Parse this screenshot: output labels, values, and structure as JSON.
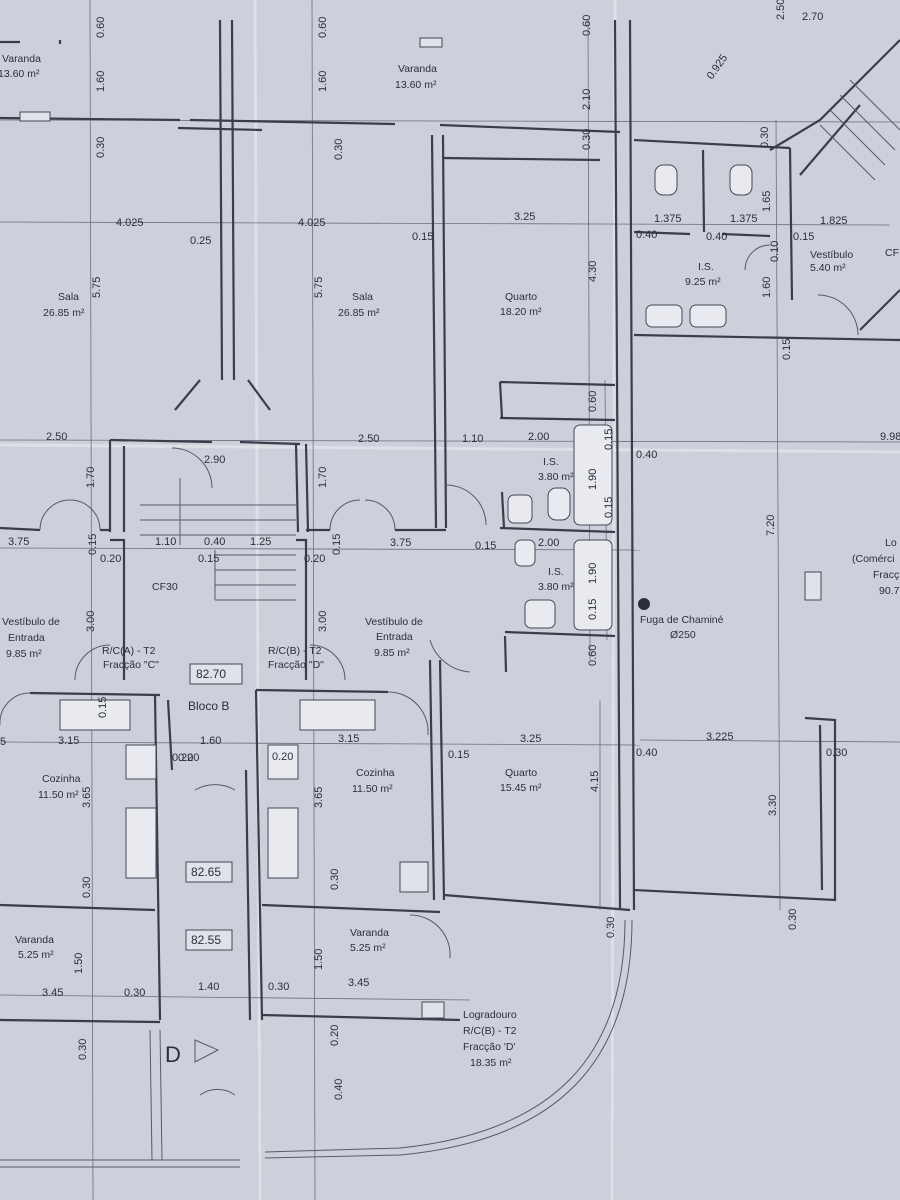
{
  "rooms": {
    "varanda_tl": {
      "name": "Varanda",
      "area": "13.60 m²"
    },
    "varanda_tc": {
      "name": "Varanda",
      "area": "13.60 m²"
    },
    "sala_l": {
      "name": "Sala",
      "area": "26.85 m²"
    },
    "sala_c": {
      "name": "Sala",
      "area": "26.85 m²"
    },
    "quarto_top": {
      "name": "Quarto",
      "area": "18.20 m²"
    },
    "is_top": {
      "name": "I.S.",
      "area": "9.25 m²"
    },
    "vestibulo_tr": {
      "name": "Vestíbulo",
      "area": "5.40 m²"
    },
    "is_mid1": {
      "name": "I.S.",
      "area": "3.80 m²"
    },
    "is_mid2": {
      "name": "I.S.",
      "area": "3.80 m²"
    },
    "vest_entrada_l": {
      "name_1": "Vestíbulo de",
      "name_2": "Entrada",
      "area": "9.85 m²"
    },
    "vest_entrada_c": {
      "name_1": "Vestíbulo de",
      "name_2": "Entrada",
      "area": "9.85 m²"
    },
    "fraccao_c": {
      "line_1": "R/C(A) - T2",
      "line_2": "Fracção \"C\""
    },
    "fraccao_d": {
      "line_1": "R/C(B) - T2",
      "line_2": "Fracção \"D\""
    },
    "cozinha_l": {
      "name": "Cozinha",
      "area": "11.50 m²"
    },
    "cozinha_c": {
      "name": "Cozinha",
      "area": "11.50 m²"
    },
    "quarto_bottom": {
      "name": "Quarto",
      "area": "15.45 m²"
    },
    "varanda_bl": {
      "name": "Varanda",
      "area": "5.25 m²"
    },
    "varanda_bc": {
      "name": "Varanda",
      "area": "5.25 m²"
    },
    "logradouro": {
      "line_1": "Logradouro",
      "line_2": "R/C(B) - T2",
      "line_3": "Fracção 'D'",
      "area": "18.35 m²"
    },
    "loja": {
      "line_1": "Lo",
      "line_2": "(Comérci",
      "line_3": "Fracç",
      "line_4": "90.7"
    },
    "cf_right": {
      "name": "CF"
    }
  },
  "labels": {
    "bloco": "Bloco B",
    "elev_1": "82.70",
    "elev_2": "82.65",
    "elev_3": "82.55",
    "cf30": "CF30",
    "chimney_1": "Fuga de Chaminé",
    "chimney_2": "Ø250",
    "stair_d": "D"
  },
  "dims": {
    "d060a": "0.60",
    "d060b": "0.60",
    "d060c": "0.60",
    "d160a": "1.60",
    "d160b": "1.60",
    "d210": "2.10",
    "d030a": "0.30",
    "d030b": "0.30",
    "d030c": "0.30",
    "d030d": "0.30",
    "d4025a": "4.025",
    "d4025b": "4.025",
    "d325a": "3.25",
    "d025": "0.25",
    "d015a": "0.15",
    "d575a": "5.75",
    "d575b": "5.75",
    "d430": "4.30",
    "d1375a": "1.375",
    "d1375b": "1.375",
    "d1825": "1.825",
    "d040a": "0.40",
    "d040b": "0.40",
    "d040c": "0.40",
    "d040d": "0.40",
    "d015b": "0.15",
    "d015c": "0.15",
    "d010": "0.10",
    "d160c": "1.60",
    "d165": "1.65",
    "d250": "2.50",
    "d925": "0.925",
    "d270": "2.70",
    "d060d": "0.60",
    "d250a": "2.50",
    "d290": "2.90",
    "d250b": "2.50",
    "d110a": "1.10",
    "d200a": "2.00",
    "d015d": "0.15",
    "d190a": "1.90",
    "d998": "9.98",
    "d170a": "1.70",
    "d170b": "1.70",
    "d375a": "3.75",
    "d375b": "3.75",
    "d015e": "0.15",
    "d020a": "0.20",
    "d110b": "1.10",
    "d040e": "0.40",
    "d125": "1.25",
    "d015f": "0.15",
    "d020b": "0.20",
    "d015g": "0.15",
    "d015h": "0.15",
    "d200b": "2.00",
    "d190b": "1.90",
    "d015i": "0.15",
    "d015j": "0.15",
    "d720": "7.20",
    "d300a": "3.00",
    "d300b": "3.00",
    "d060e": "0.60",
    "d315a": "3.15",
    "d160d": "1.60",
    "d020c": "0.20",
    "d020d": "0.20",
    "d315b": "3.15",
    "d015k": "0.15",
    "d325b": "3.25",
    "d040f": "0.40",
    "d3225": "3.225",
    "d030e": "0.30",
    "d365a": "3.65",
    "d365b": "3.65",
    "d415": "4.15",
    "d330": "3.30",
    "d030f": "0.30",
    "d030g": "0.30",
    "d030h": "0.30",
    "d150a": "1.50",
    "d150b": "1.50",
    "d345a": "3.45",
    "d030i": "0.30",
    "d140": "1.40",
    "d030j": "0.30",
    "d345b": "3.45",
    "d030k": "0.30",
    "d030l": "0.30",
    "d020e": "0.20",
    "d020f": "0.20",
    "d015l": "0.15",
    "d5": "5"
  }
}
